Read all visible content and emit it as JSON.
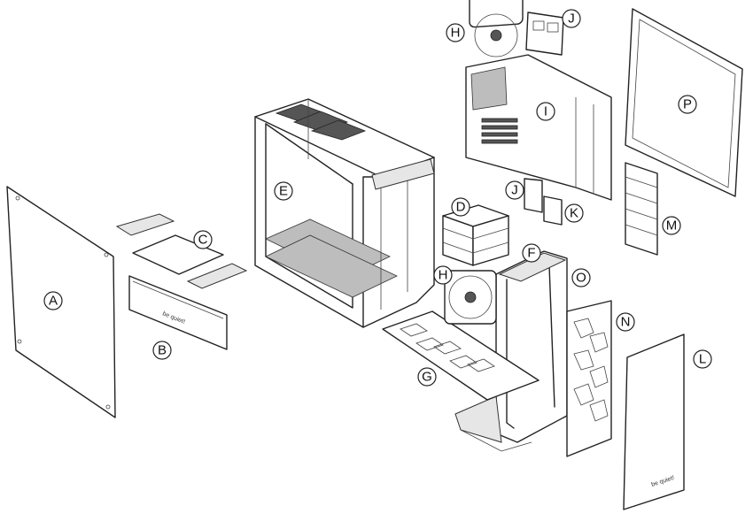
{
  "callouts": {
    "A": "A",
    "B": "B",
    "C": "C",
    "D": "D",
    "E": "E",
    "F": "F",
    "G": "G",
    "H": "H",
    "I": "I",
    "J": "J",
    "K": "K",
    "L": "L",
    "M": "M",
    "N": "N",
    "O": "O",
    "P": "P"
  },
  "brand_text": "be quiet!",
  "colors": {
    "line": "#222222",
    "fill": "#ffffff",
    "mesh": "#bdbdbd"
  }
}
